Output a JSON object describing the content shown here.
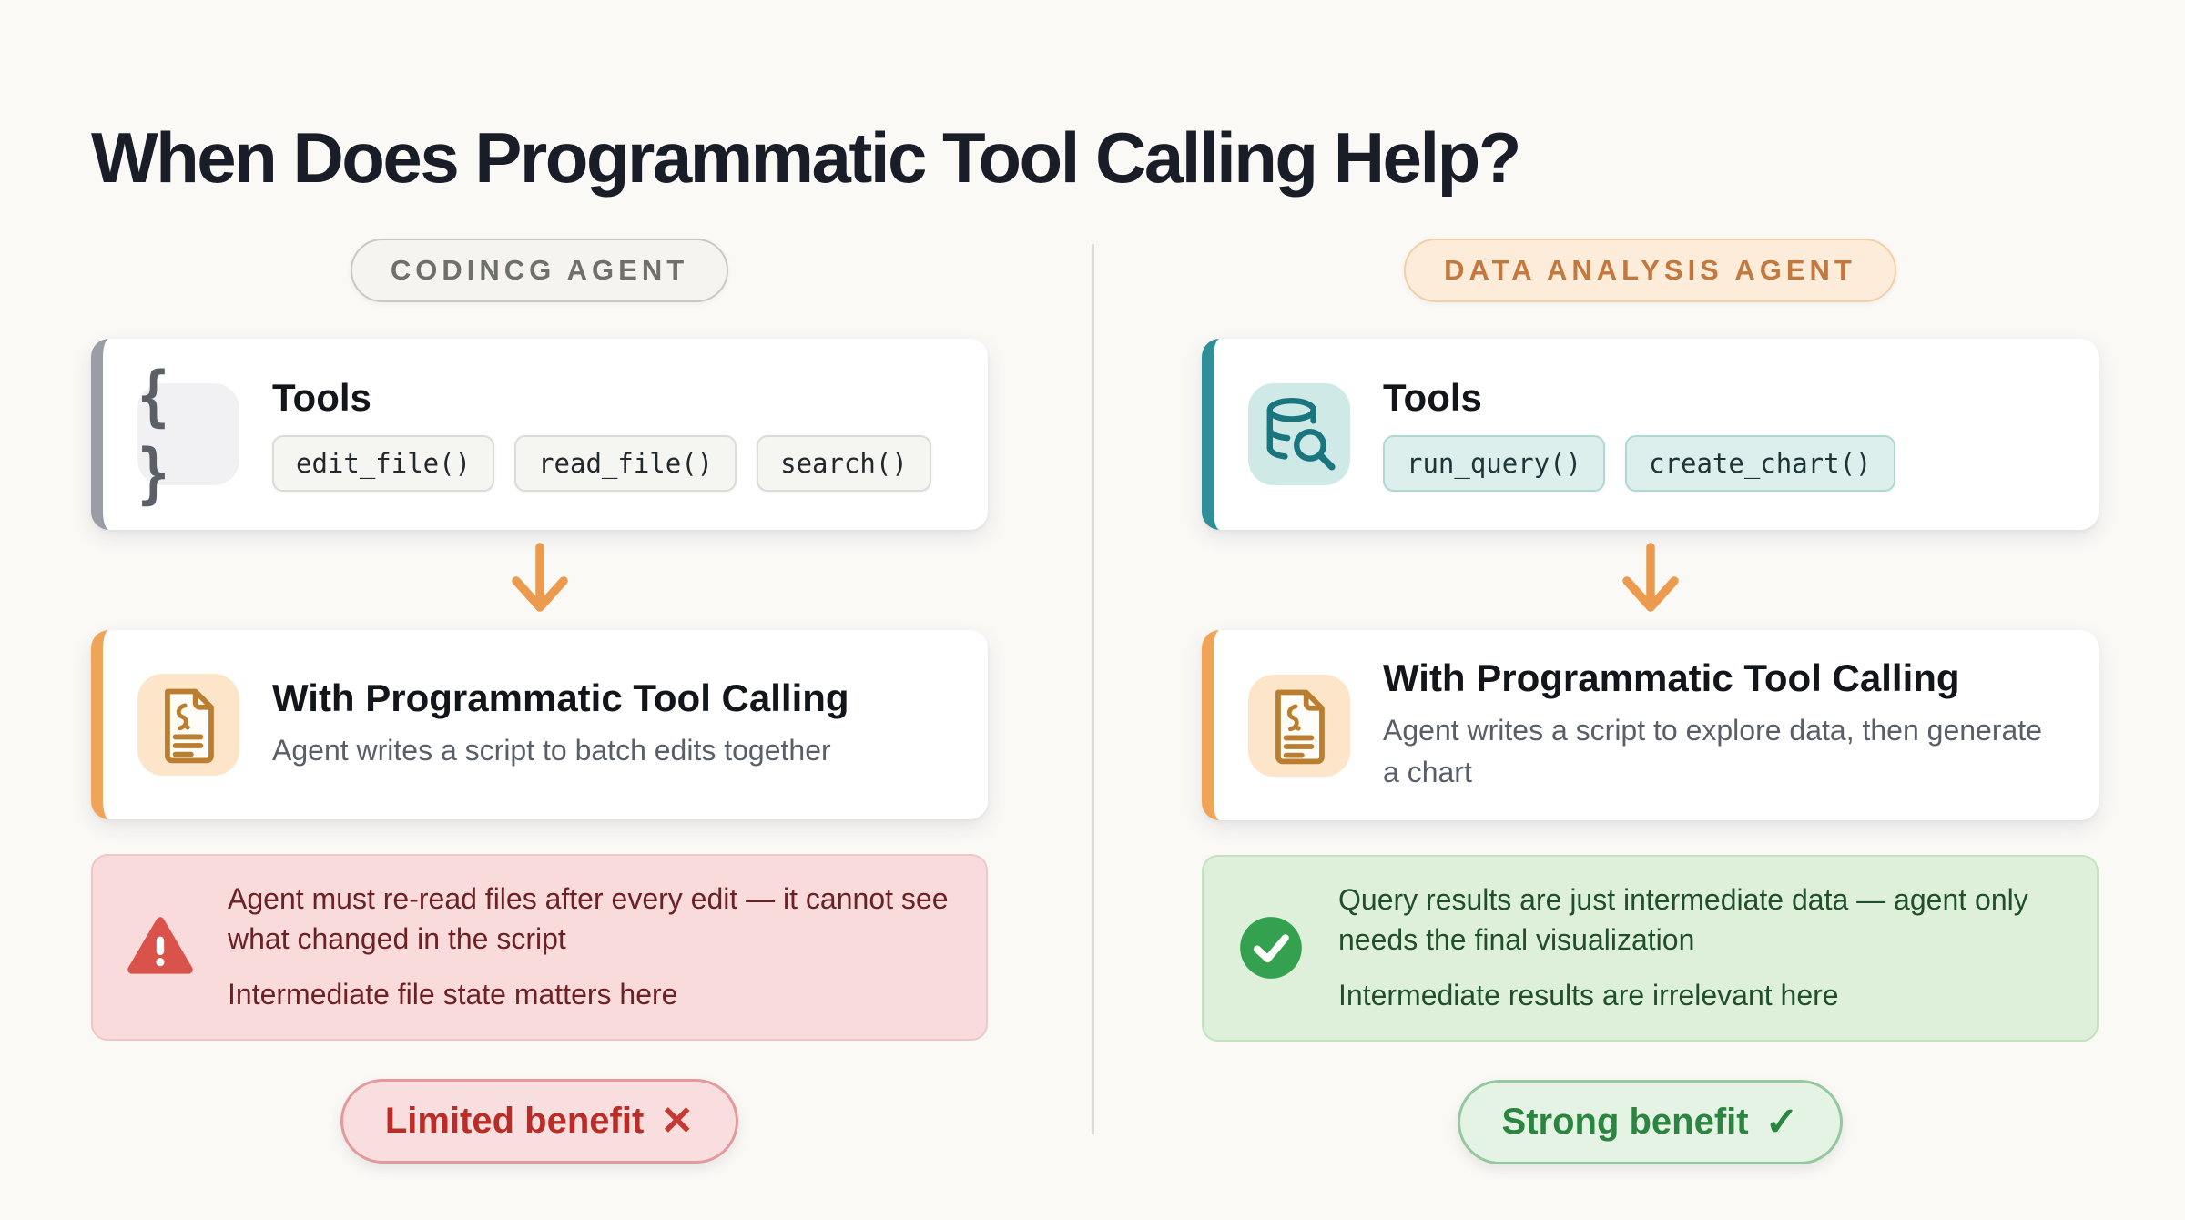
{
  "title": "When Does Programmatic Tool Calling Help?",
  "icons": {
    "braces_glyph": "{ }"
  },
  "colors": {
    "background": "#faf9f6",
    "accent_gray": "#999ea6",
    "accent_teal": "#2e8f99",
    "accent_orange": "#f0a458",
    "arrow_orange": "#eb9a4e",
    "note_red_bg": "#f8dbda",
    "note_red_text": "#6e2125",
    "note_green_bg": "#def0da",
    "note_green_text": "#1f4f2c",
    "pill_red_text": "#ba2c26",
    "pill_green_text": "#2a8540"
  },
  "left_column": {
    "badge": "CODINCG AGENT",
    "tools_card": {
      "heading": "Tools",
      "chips": [
        "edit_file()",
        "read_file()",
        "search()"
      ]
    },
    "ptc_card": {
      "heading": "With Programmatic Tool Calling",
      "description": "Agent writes a script to batch edits together"
    },
    "note": {
      "primary": "Agent must re-read files after every edit — it cannot see what changed in the script",
      "secondary": "Intermediate file state matters here"
    },
    "verdict": {
      "label": "Limited benefit",
      "mark": "✕"
    }
  },
  "right_column": {
    "badge": "DATA ANALYSIS AGENT",
    "tools_card": {
      "heading": "Tools",
      "chips": [
        "run_query()",
        "create_chart()"
      ]
    },
    "ptc_card": {
      "heading": "With Programmatic Tool Calling",
      "description": "Agent writes a script to explore data, then generate a chart"
    },
    "note": {
      "primary": "Query results are just intermediate data — agent only needs the final visualization",
      "secondary": "Intermediate results are irrelevant here"
    },
    "verdict": {
      "label": "Strong benefit",
      "mark": "✓"
    }
  }
}
